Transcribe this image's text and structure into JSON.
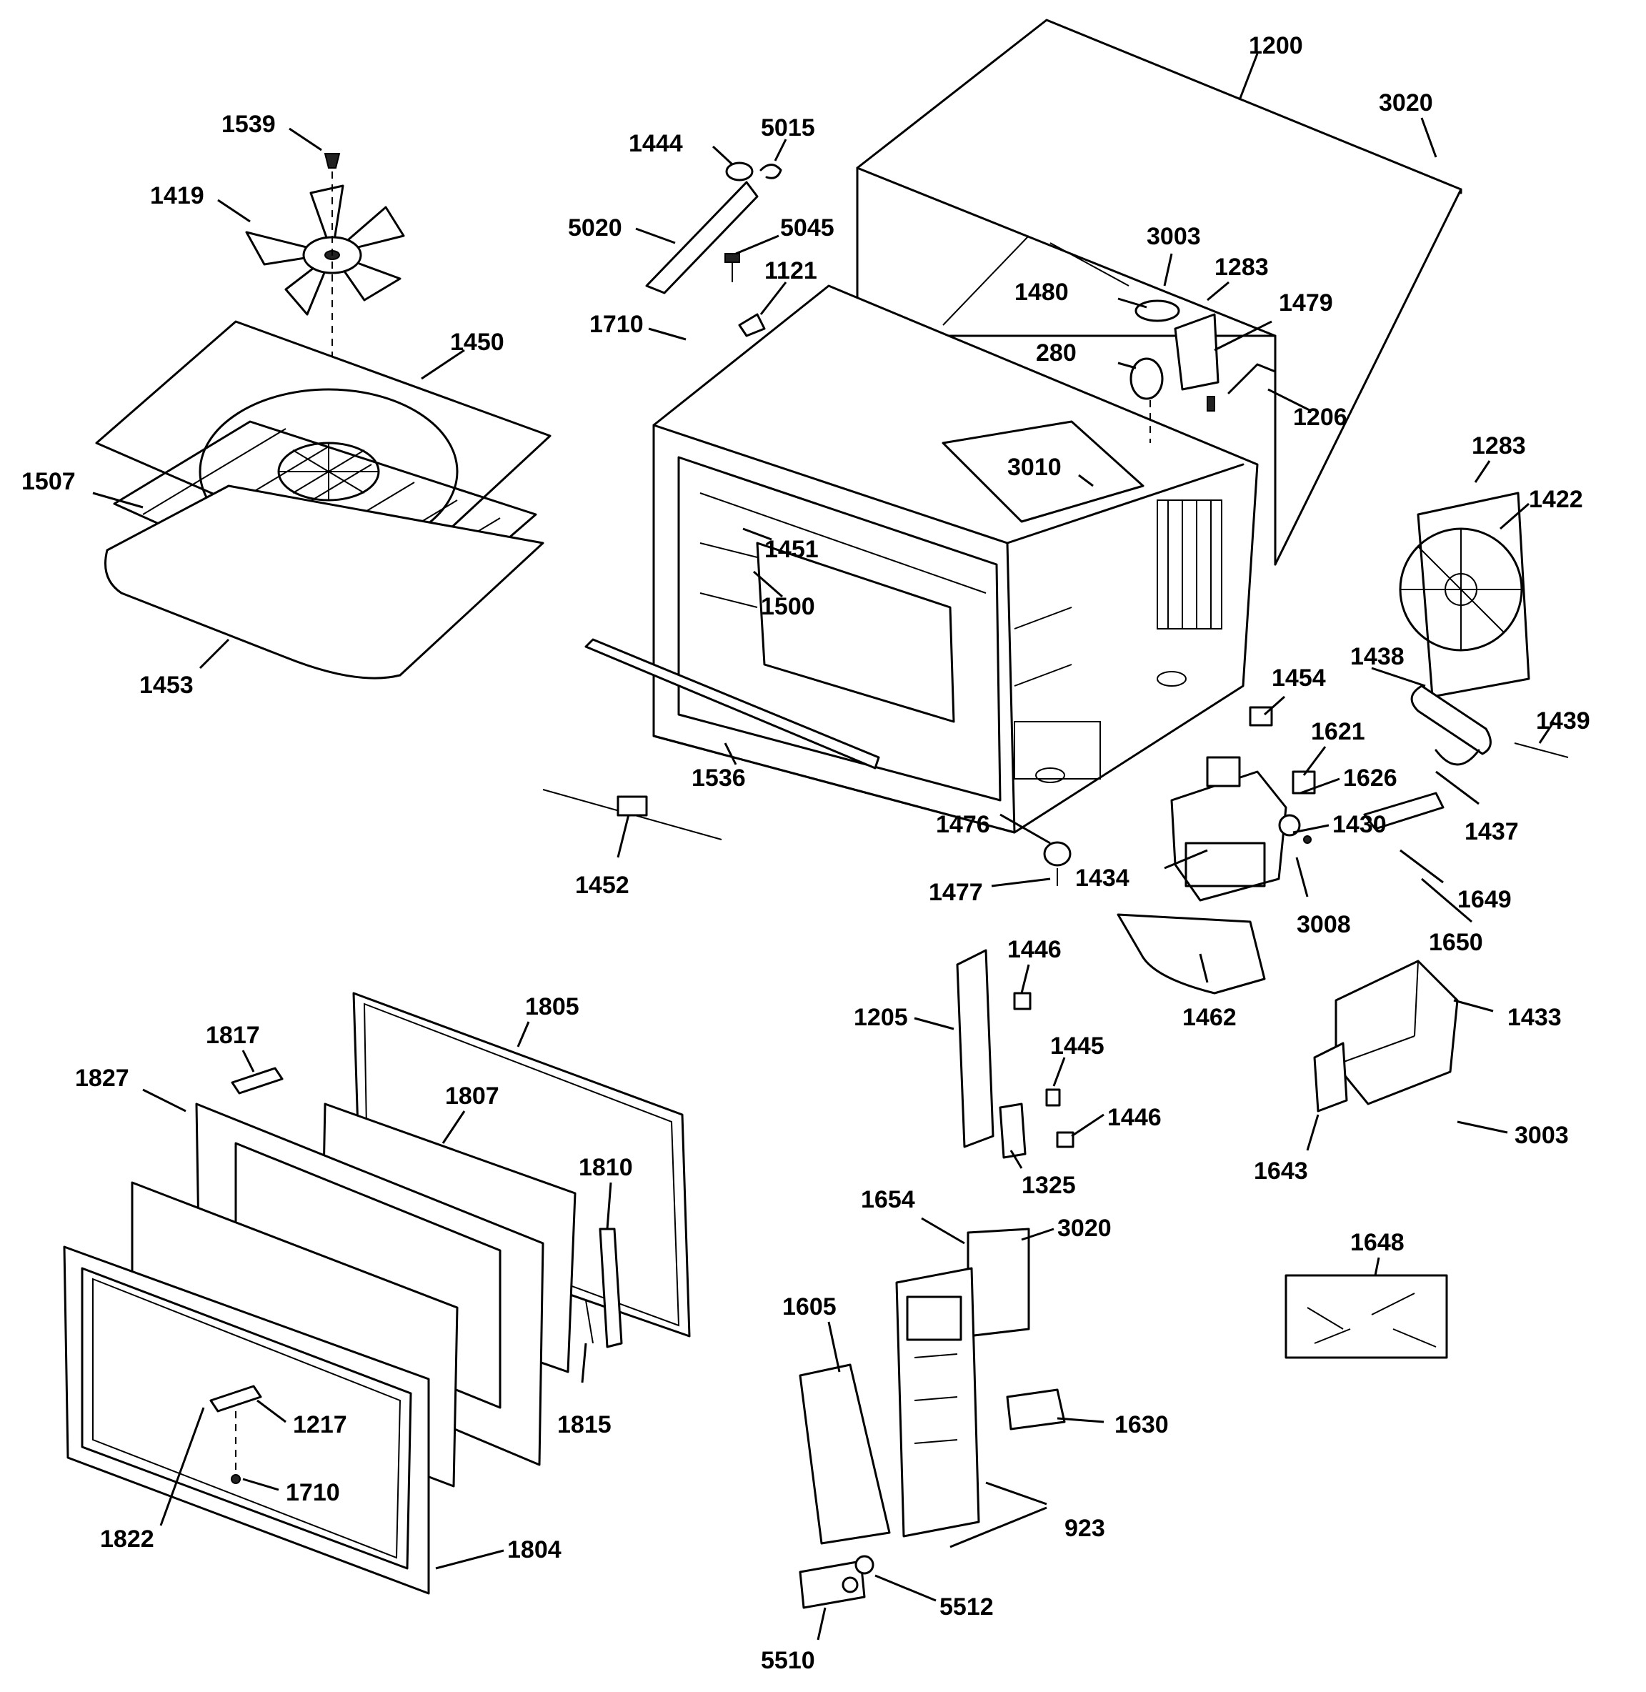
{
  "part_labels": [
    {
      "id": "p1200",
      "text": "1200"
    },
    {
      "id": "p3020a",
      "text": "3020"
    },
    {
      "id": "p1539",
      "text": "1539"
    },
    {
      "id": "p1444",
      "text": "1444"
    },
    {
      "id": "p5015",
      "text": "5015"
    },
    {
      "id": "p1419",
      "text": "1419"
    },
    {
      "id": "p5020",
      "text": "5020"
    },
    {
      "id": "p5045",
      "text": "5045"
    },
    {
      "id": "p3003a",
      "text": "3003"
    },
    {
      "id": "p1121",
      "text": "1121"
    },
    {
      "id": "p1283a",
      "text": "1283"
    },
    {
      "id": "p1480",
      "text": "1480"
    },
    {
      "id": "p1479",
      "text": "1479"
    },
    {
      "id": "p1710a",
      "text": "1710"
    },
    {
      "id": "p1450",
      "text": "1450"
    },
    {
      "id": "p280",
      "text": "280"
    },
    {
      "id": "p1206",
      "text": "1206"
    },
    {
      "id": "p1283b",
      "text": "1283"
    },
    {
      "id": "p3010",
      "text": "3010"
    },
    {
      "id": "p1507",
      "text": "1507"
    },
    {
      "id": "p1422",
      "text": "1422"
    },
    {
      "id": "p1451",
      "text": "1451"
    },
    {
      "id": "p1500",
      "text": "1500"
    },
    {
      "id": "p1438",
      "text": "1438"
    },
    {
      "id": "p1453",
      "text": "1453"
    },
    {
      "id": "p1454",
      "text": "1454"
    },
    {
      "id": "p1439",
      "text": "1439"
    },
    {
      "id": "p1621",
      "text": "1621"
    },
    {
      "id": "p1536",
      "text": "1536"
    },
    {
      "id": "p1626",
      "text": "1626"
    },
    {
      "id": "p1437",
      "text": "1437"
    },
    {
      "id": "p1476",
      "text": "1476"
    },
    {
      "id": "p1430",
      "text": "1430"
    },
    {
      "id": "p1434",
      "text": "1434"
    },
    {
      "id": "p1452",
      "text": "1452"
    },
    {
      "id": "p1477",
      "text": "1477"
    },
    {
      "id": "p1649",
      "text": "1649"
    },
    {
      "id": "p3008",
      "text": "3008"
    },
    {
      "id": "p1650",
      "text": "1650"
    },
    {
      "id": "p1446a",
      "text": "1446"
    },
    {
      "id": "p1805",
      "text": "1805"
    },
    {
      "id": "p1205",
      "text": "1205"
    },
    {
      "id": "p1462",
      "text": "1462"
    },
    {
      "id": "p1433",
      "text": "1433"
    },
    {
      "id": "p1817",
      "text": "1817"
    },
    {
      "id": "p1445",
      "text": "1445"
    },
    {
      "id": "p1827",
      "text": "1827"
    },
    {
      "id": "p1807",
      "text": "1807"
    },
    {
      "id": "p1446b",
      "text": "1446"
    },
    {
      "id": "p3003b",
      "text": "3003"
    },
    {
      "id": "p1643",
      "text": "1643"
    },
    {
      "id": "p1810",
      "text": "1810"
    },
    {
      "id": "p1325",
      "text": "1325"
    },
    {
      "id": "p1654",
      "text": "1654"
    },
    {
      "id": "p3020b",
      "text": "3020"
    },
    {
      "id": "p1648",
      "text": "1648"
    },
    {
      "id": "p1605",
      "text": "1605"
    },
    {
      "id": "p1217",
      "text": "1217"
    },
    {
      "id": "p1815",
      "text": "1815"
    },
    {
      "id": "p1630",
      "text": "1630"
    },
    {
      "id": "p1710b",
      "text": "1710"
    },
    {
      "id": "p923",
      "text": "923"
    },
    {
      "id": "p1822",
      "text": "1822"
    },
    {
      "id": "p1804",
      "text": "1804"
    },
    {
      "id": "p5512",
      "text": "5512"
    },
    {
      "id": "p5510",
      "text": "5510"
    }
  ]
}
